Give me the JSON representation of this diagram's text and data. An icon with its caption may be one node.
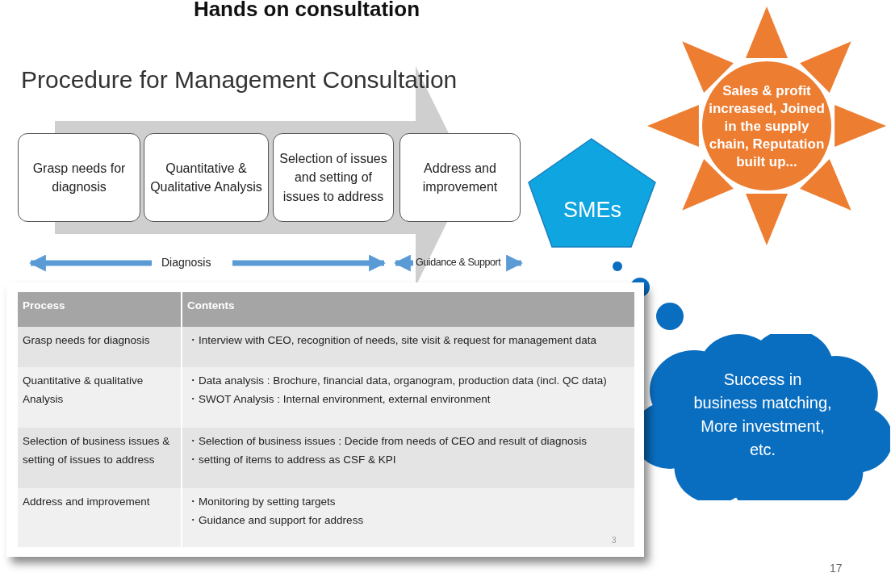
{
  "diagram": {
    "title": "Hands on consultation",
    "nodes": [
      {
        "text": [
          "Grasp needs for diagnosis"
        ]
      },
      {
        "text": [
          "Quantitative & Qualitative Analysis"
        ]
      },
      {
        "text": [
          "Selection of issues and setting of issues to address"
        ]
      },
      {
        "text": [
          "Address and improvement"
        ]
      },
      {
        "text": [
          "SMEs"
        ]
      },
      {
        "text": [
          "Sales & profit increased, Joined in the supply chain, Reputation built up..."
        ]
      },
      {
        "text": [
          "Success in business matching, More investment, etc."
        ]
      }
    ],
    "labels": [
      "Procedure for Management Consultation",
      "Diagnosis",
      "Guidance & Support",
      "Process",
      "Contents",
      "Grasp needs for diagnosis",
      "・Interview with CEO, recognition of needs, site visit & request for management data",
      "Quantitative & qualitative Analysis",
      "・Data analysis : Brochure, financial data, organogram, production data (incl. QC data)",
      "・SWOT Analysis : Internal environment, external environment",
      "Selection of business issues & setting of issues to address",
      "・Selection of business issues : Decide from needs of CEO and result of diagnosis",
      "・setting of items to address as CSF & KPI",
      "Address and improvement",
      "・Monitoring by setting targets",
      "・Guidance and support for address",
      "3",
      "17"
    ]
  }
}
